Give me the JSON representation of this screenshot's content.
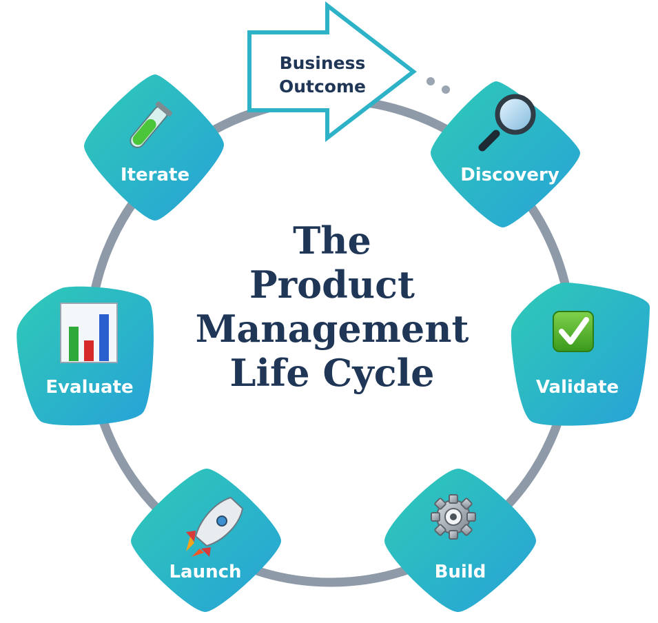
{
  "title": {
    "lines": [
      "The",
      "Product",
      "Management",
      "Life Cycle"
    ]
  },
  "outcome": {
    "lines": [
      "Business",
      "Outcome"
    ]
  },
  "stages": [
    {
      "label": "Iterate",
      "icon": "test-tube-icon"
    },
    {
      "label": "Discovery",
      "icon": "magnifying-glass-icon"
    },
    {
      "label": "Validate",
      "icon": "check-mark-icon"
    },
    {
      "label": "Build",
      "icon": "gear-icon"
    },
    {
      "label": "Launch",
      "icon": "rocket-icon"
    },
    {
      "label": "Evaluate",
      "icon": "bar-chart-icon"
    }
  ],
  "colors": {
    "ring": "#8e9aa8",
    "tile_start": "#2bc4b8",
    "tile_end": "#2aa3d6",
    "outcome_stroke": "#2eb2c8",
    "title_text": "#1f3656"
  }
}
